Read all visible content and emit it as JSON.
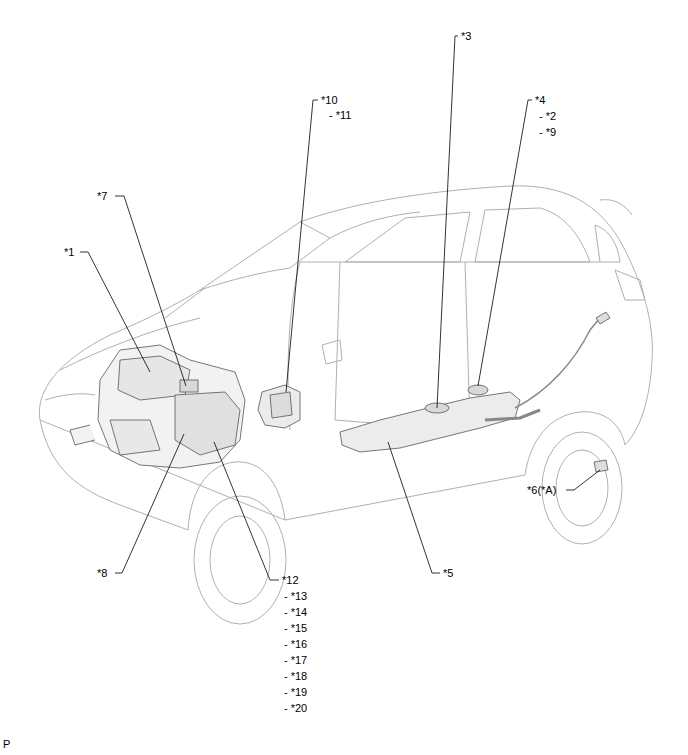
{
  "diagram": {
    "labels": [
      "*3",
      "*10",
      "- *11",
      "*4",
      "- *2",
      "- *9",
      "*7",
      "*1",
      "*12",
      "- *13",
      "- *14",
      "- *15",
      "- *16",
      "- *17",
      "- *18",
      "- *19",
      "- *20",
      "*8",
      "*5",
      "*6(*A)",
      "P"
    ]
  }
}
